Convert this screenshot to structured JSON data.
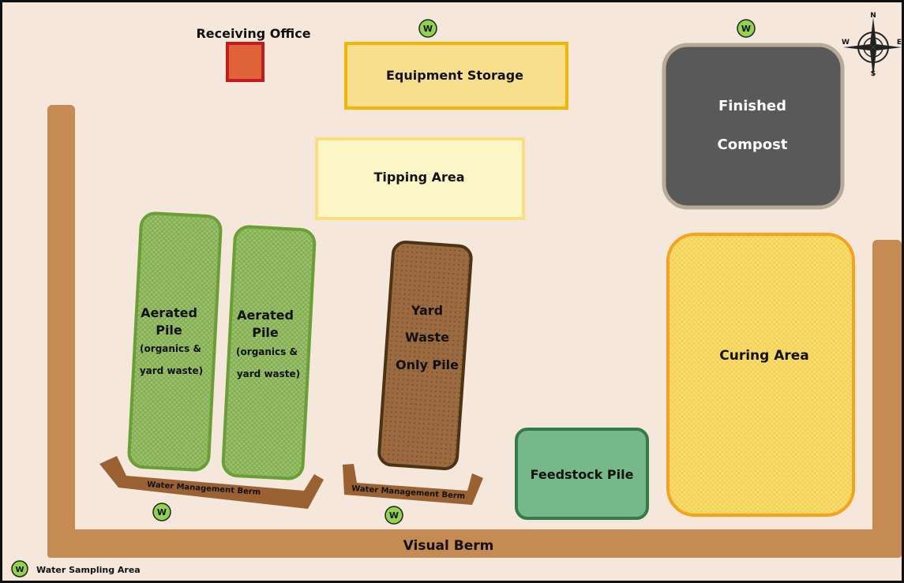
{
  "labels": {
    "receiving_office": "Receiving Office",
    "equipment_storage": "Equipment Storage",
    "tipping_area": "Tipping Area",
    "finished_compost": [
      "Finished",
      "Compost"
    ],
    "aerated_pile_1": [
      "Aerated",
      "Pile",
      "(organics &",
      "yard waste)"
    ],
    "aerated_pile_2": [
      "Aerated",
      "Pile",
      "(organics &",
      "yard waste)"
    ],
    "yard_waste_pile": [
      "Yard",
      "Waste",
      "Only Pile"
    ],
    "water_berm_1": "Water Management Berm",
    "water_berm_2": "Water Management Berm",
    "feedstock_pile": "Feedstock Pile",
    "curing_area": "Curing Area",
    "visual_berm": "Visual Berm"
  },
  "water_marker": "W",
  "legend": {
    "symbol": "W",
    "text": "Water Sampling Area"
  },
  "compass": {
    "n": "N",
    "s": "S",
    "e": "E",
    "w": "W"
  },
  "colors": {
    "background": "#f5e7dc",
    "berm": "#c68b52",
    "water_berm": "#9a6232",
    "office_fill": "#e0643a",
    "office_stroke": "#c41c1c",
    "equipment_fill": "#f8df8e",
    "equipment_stroke": "#f2b600",
    "tipping_fill": "#fdf6c6",
    "tipping_stroke": "#f8de80",
    "finished_fill": "#595959",
    "finished_stroke": "#b7ab97",
    "aerated_fill": "#9bc26a",
    "aerated_stroke": "#6b9e37",
    "yard_fill": "#9b6a41",
    "yard_stroke": "#4b3313",
    "feedstock_fill": "#77b888",
    "feedstock_stroke": "#357a4a",
    "curing_fill": "#f8de6e",
    "curing_stroke": "#f6a21c",
    "marker_fill": "#8fd44a"
  }
}
